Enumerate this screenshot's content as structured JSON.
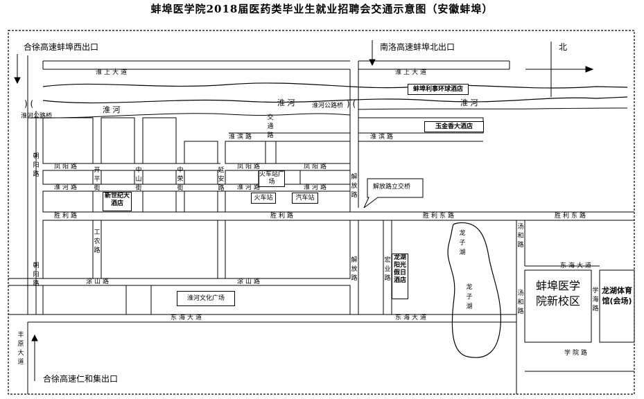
{
  "title": "蚌埠医学院2018届医药类毕业生就业招聘会交通示意图（安徽蚌埠）",
  "exits": {
    "west": "合徐高速蚌埠西出口",
    "north": "南洛高速蚌埠北出口",
    "south": "合徐高速仁和集出口"
  },
  "north_label": "北",
  "roads": {
    "huaishang_1": "淮上大道",
    "huaishang_2": "淮上大道",
    "huai_river_1": "淮 河",
    "huai_river_2": "淮 河",
    "huai_river_3": "淮 河",
    "huaihe_bridge_west": "淮河公路桥",
    "huaihe_bridge_east": "淮河公路桥",
    "huaibin_1": "淮滨路",
    "huaibin_2": "淮滨路",
    "fengyang_1": "凤阳路",
    "fengyang_2": "凤阳路",
    "fengyang_3": "凤阳路",
    "huaihe_rd_1": "淮河路",
    "huaihe_rd_2": "淮河路",
    "huaihe_rd_3": "淮河路",
    "shengli_1": "胜利路",
    "shengli_2": "胜利路",
    "shengli_east_1": "胜利东路",
    "shengli_east_2": "胜利东路",
    "tushan_1": "涂山路",
    "tushan_2": "涂山路",
    "donghai_1": "东海大道",
    "donghai_2": "东海大道",
    "donghai_3": "东海大道",
    "chaoyang_1": "朝阳路",
    "chaoyang_2": "朝阳路",
    "kaiping": "开平街",
    "zhongshan": "中山街",
    "zhongrong": "中荣街",
    "yanan": "延安路",
    "gongnong": "工农路",
    "jiefang_1": "解放路",
    "jiefang_2": "解放路",
    "hongye": "宏业路",
    "tanghe_1": "汤和路",
    "tanghe_2": "汤和路",
    "xuehai": "学海路",
    "fengyuan": "丰原大道",
    "jiaotong": "交通路",
    "xueyuan": "学院路"
  },
  "landmarks": {
    "hotel_bengbu": "蚌埠利事环球酒店",
    "hotel_yujin": "玉金香大酒店",
    "hotel_xinshiji": "新世纪大酒店",
    "hotel_longhu": "龙湖阳光假日酒店",
    "railway_square": "火车站广场",
    "railway_station": "火车站",
    "bus_station": "汽车站",
    "huaihe_culture_square": "淮河文化广场",
    "jiefang_interchange": "解放路立交桥",
    "campus": "蚌埠医学院新校区",
    "gym": "龙湖体育馆(会场)"
  },
  "lake_labels": {
    "upper": "龙子湖",
    "lower": "龙子湖"
  }
}
